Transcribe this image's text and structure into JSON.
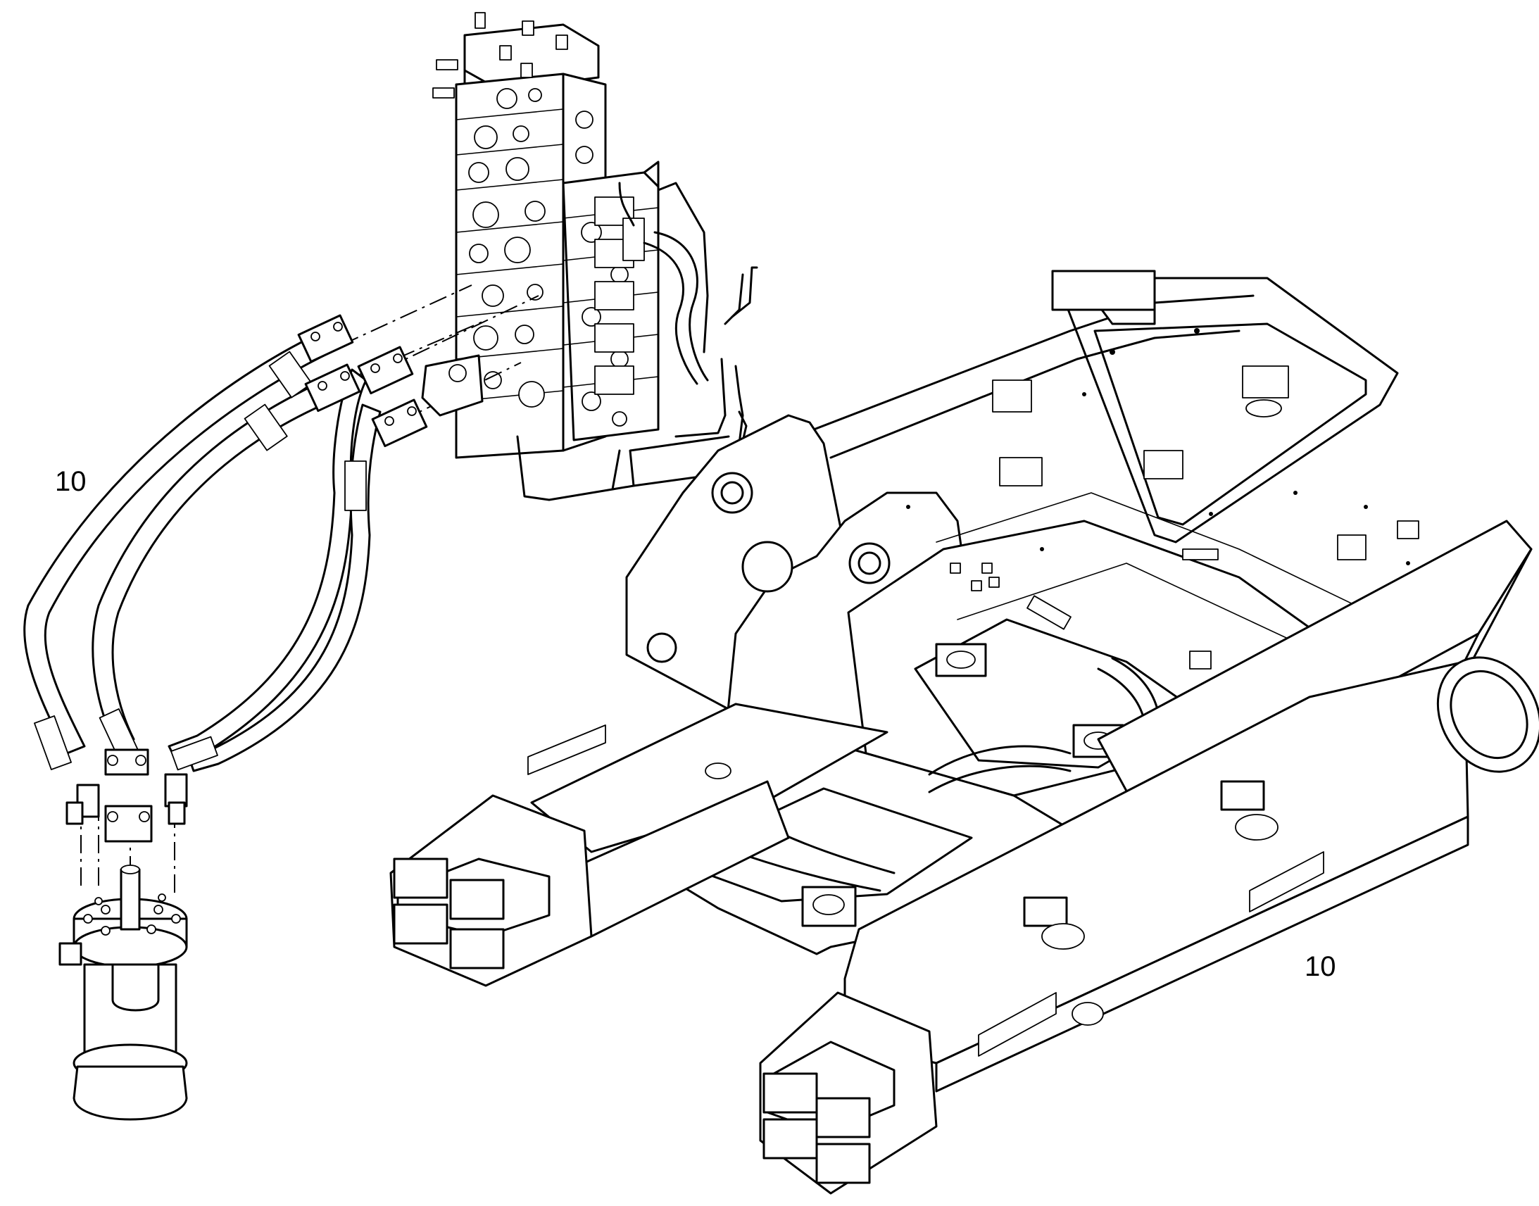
{
  "diagram": {
    "callouts": [
      {
        "id": "left",
        "text": "10"
      },
      {
        "id": "right",
        "text": "10"
      }
    ],
    "colors": {
      "line": "#000000",
      "background": "#ffffff"
    }
  }
}
